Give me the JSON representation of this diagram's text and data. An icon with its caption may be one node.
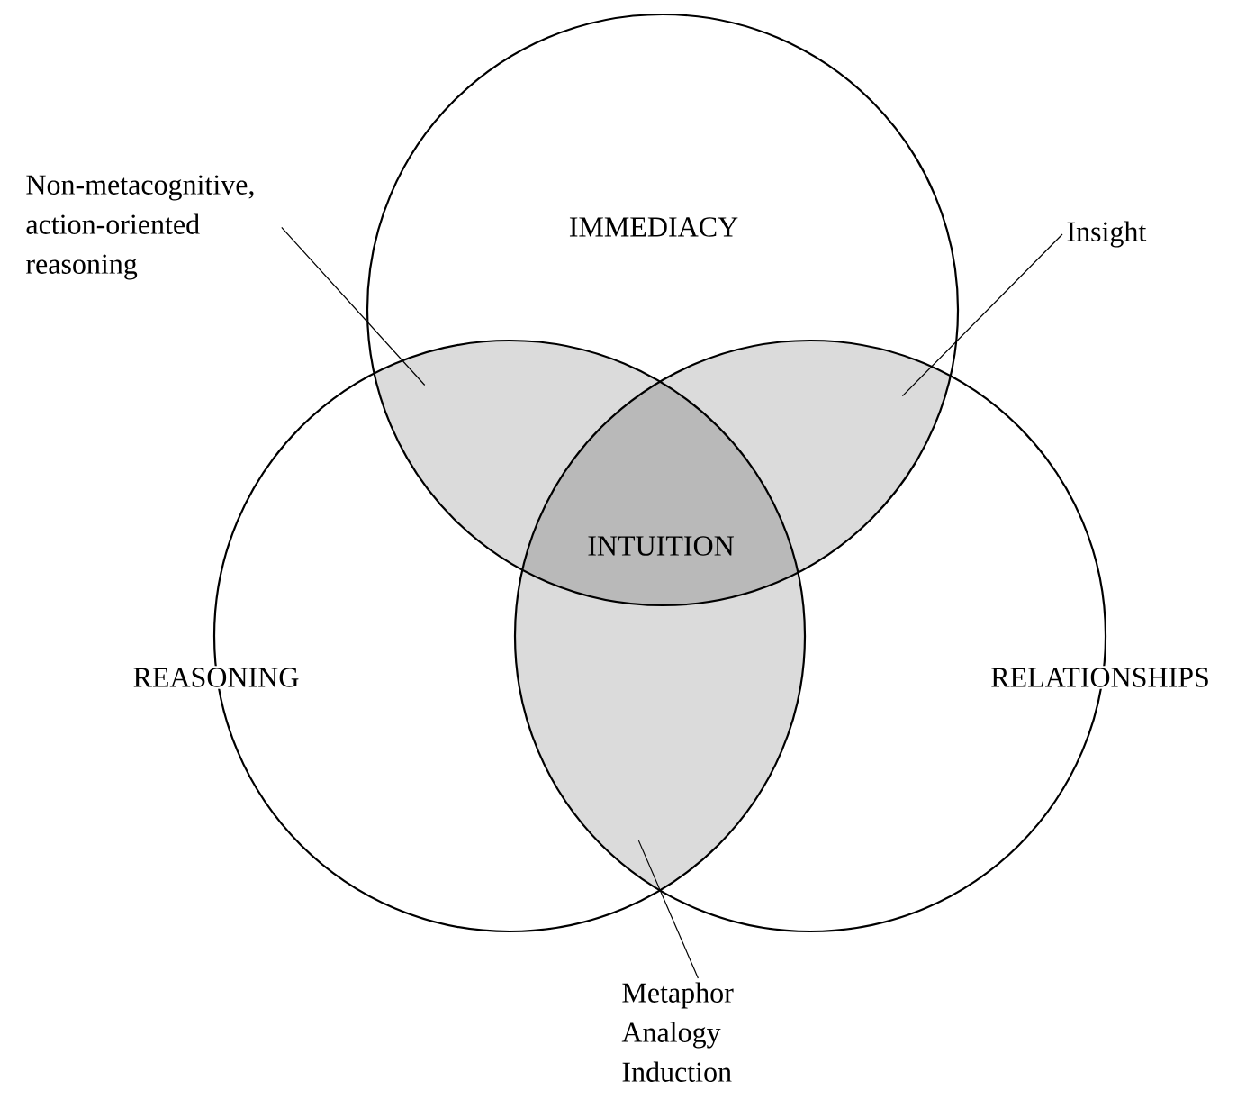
{
  "diagram": {
    "nodes": [
      {
        "text": [
          "IMMEDIACY"
        ]
      },
      {
        "text": [
          "REASONING"
        ]
      },
      {
        "text": [
          "RELATIONSHIPS"
        ]
      },
      {
        "text": [
          "INTUITION"
        ]
      },
      {
        "text": [
          "Non-metacognitive, action-oriented reasoning"
        ]
      },
      {
        "text": [
          "Insight"
        ]
      },
      {
        "text": [
          "Metaphor Analogy Induction"
        ]
      },
      {
        "text": [],
        "shape": "lens"
      },
      {
        "text": [],
        "shape": "lens"
      },
      {
        "text": [],
        "shape": "lens"
      }
    ],
    "edges": [
      {
        "from": 4,
        "to": 7,
        "arrow": "none"
      },
      {
        "from": 5,
        "to": 8,
        "arrow": "none"
      },
      {
        "from": 6,
        "to": 9,
        "arrow": "none"
      }
    ]
  }
}
